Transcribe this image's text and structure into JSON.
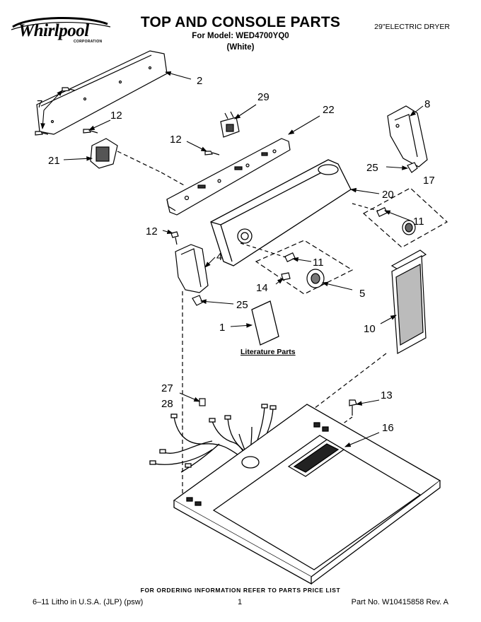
{
  "header": {
    "brand": "Whirlpool",
    "brand_corporation": "CORPORATION",
    "title": "TOP AND CONSOLE PARTS",
    "model_line": "For Model: WED4700YQ0",
    "color_line": "(White)",
    "product_line": "29\"ELECTRIC DRYER"
  },
  "diagram": {
    "literature_label": "Literature Parts",
    "callouts": {
      "c2": "2",
      "c7": "7",
      "c12a": "12",
      "c21": "21",
      "c29": "29",
      "c22": "22",
      "c12b": "12",
      "c8": "8",
      "c25a": "25",
      "c17": "17",
      "c20": "20",
      "c11a": "11",
      "c12c": "12",
      "c4": "4",
      "c11b": "11",
      "c14": "14",
      "c5": "5",
      "c25b": "25",
      "c1": "1",
      "c10": "10",
      "c27": "27",
      "c28": "28",
      "c13": "13",
      "c16": "16"
    }
  },
  "footer": {
    "ordering_info": "FOR ORDERING INFORMATION REFER TO PARTS PRICE LIST",
    "litho": "6–11 Litho in U.S.A. (JLP) (psw)",
    "page": "1",
    "part_number": "Part No. W10415858 Rev. A"
  }
}
